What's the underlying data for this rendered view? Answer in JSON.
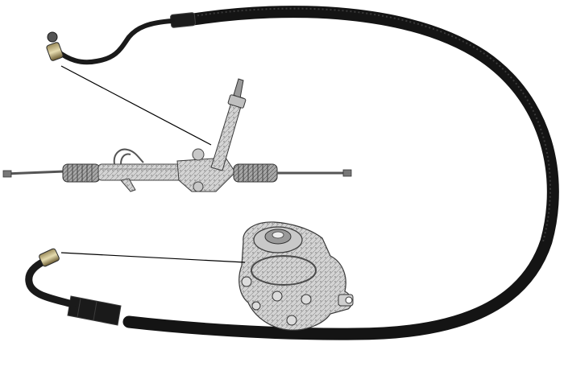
{
  "image": {
    "subject": "power-steering-high-pressure-hose",
    "components": [
      "steering-rack",
      "power-steering-pump",
      "pressure-hose"
    ],
    "background_color": "#ffffff",
    "hose_color": "#1a1a1a",
    "part_color": "#b8b8b8",
    "leader_line_color": "#000000"
  }
}
